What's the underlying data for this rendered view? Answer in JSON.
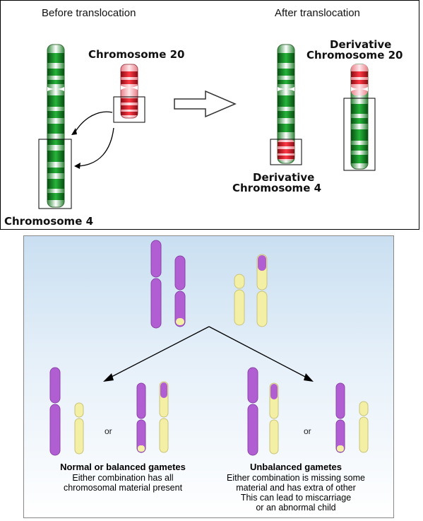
{
  "translocation": {
    "before_title": "Before translocation",
    "after_title": "After translocation",
    "chr20_label": "Chromosome 20",
    "chr4_label": "Chromosome 4",
    "der20_line1": "Derivative",
    "der20_line2": "Chromosome 20",
    "der4_line1": "Derivative",
    "der4_line2": "Chromosome 4"
  },
  "gametes": {
    "or_text": "or",
    "balanced_title": "Normal or balanced gametes",
    "balanced_line1": "Either combination has all",
    "balanced_line2": "chromosomal material present",
    "unbalanced_title": "Unbalanced gametes",
    "unbalanced_line1": "Either combination is missing some",
    "unbalanced_line2": "material and has extra of other",
    "unbalanced_line3": "This can lead to miscarriage",
    "unbalanced_line4": "or an abnormal child"
  },
  "colors": {
    "green_band": "#0a7a18",
    "red_band": "#d81c28",
    "purple": "#b05ed2",
    "yellow": "#f3efa4"
  }
}
